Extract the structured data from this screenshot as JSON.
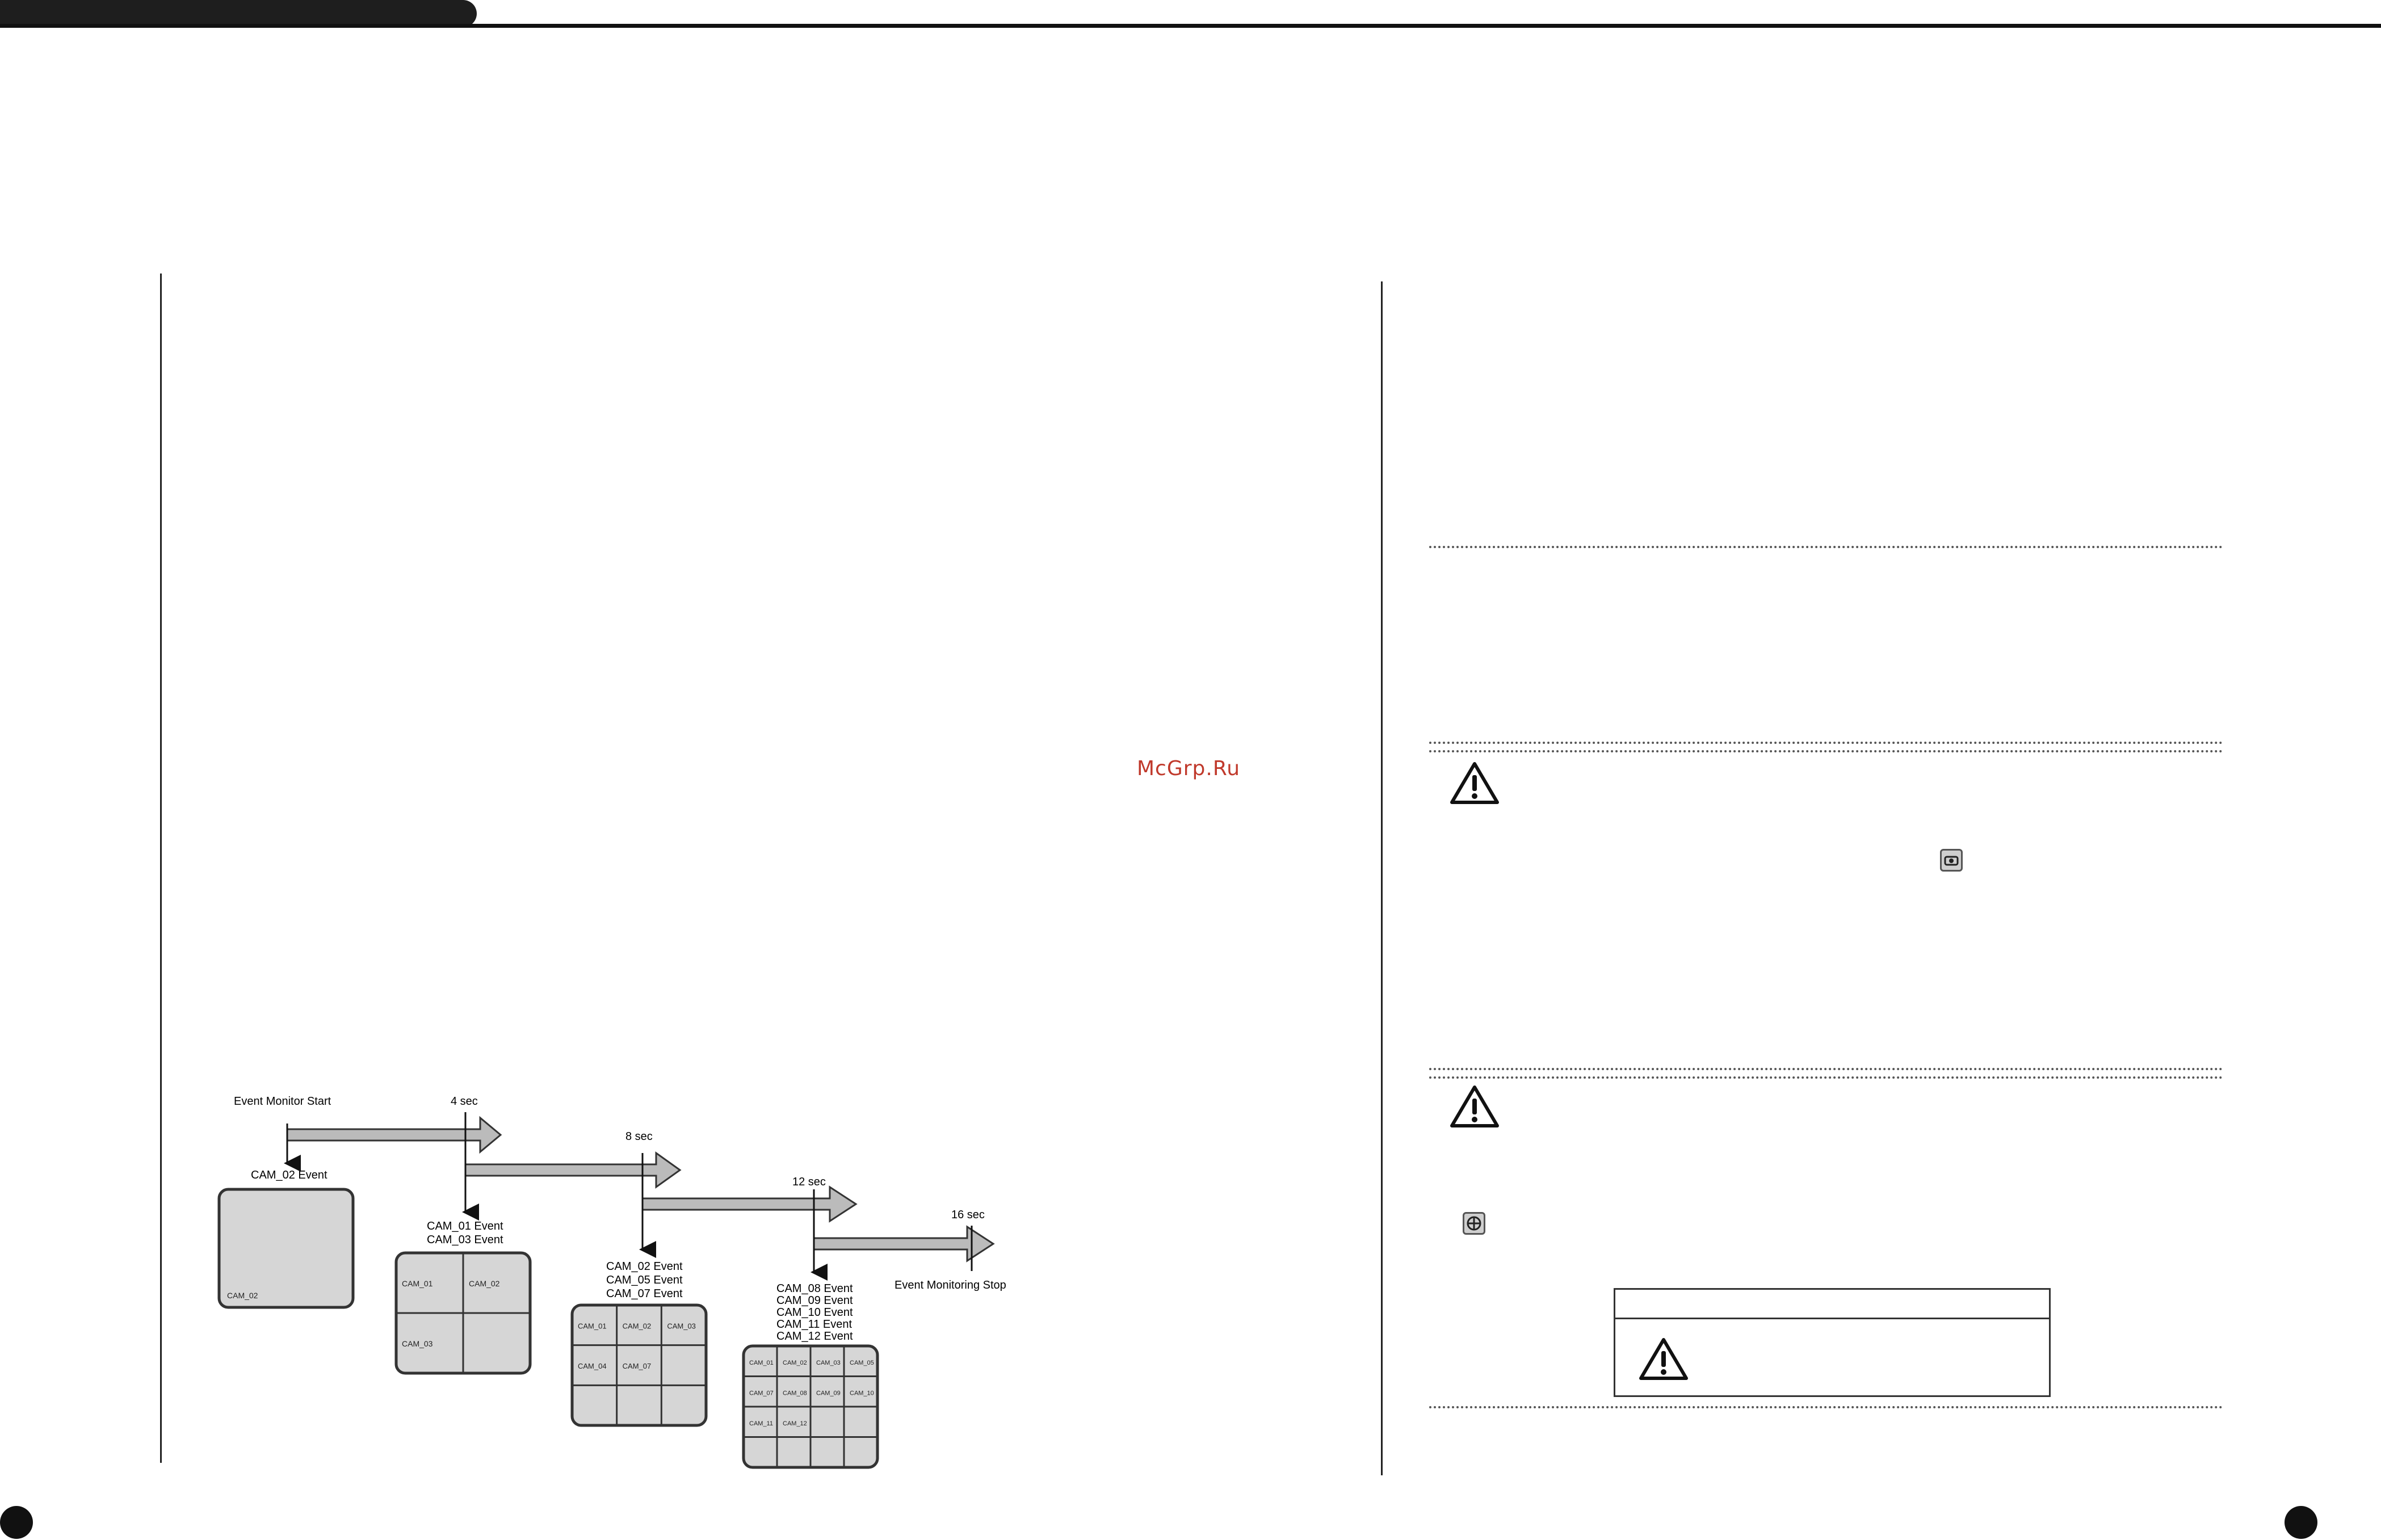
{
  "watermark": "McGrp.Ru",
  "diagram": {
    "labels": {
      "start": "Event Monitor Start",
      "t4": "4 sec",
      "t8": "8 sec",
      "t12": "12 sec",
      "t16": "16 sec",
      "stop": "Event Monitoring Stop"
    },
    "events": [
      [
        "CAM_02 Event"
      ],
      [
        "CAM_01 Event",
        "CAM_03 Event"
      ],
      [
        "CAM_02 Event",
        "CAM_05 Event",
        "CAM_07 Event"
      ],
      [
        "CAM_08 Event",
        "CAM_09 Event",
        "CAM_10 Event",
        "CAM_11  Event",
        "CAM_12 Event"
      ]
    ],
    "screens": [
      {
        "grid": 1,
        "cells": [
          "CAM_02"
        ]
      },
      {
        "grid": 2,
        "cells": [
          "CAM_01",
          "CAM_02",
          "CAM_03",
          ""
        ]
      },
      {
        "grid": 3,
        "cells": [
          "CAM_01",
          "CAM_02",
          "CAM_03",
          "CAM_04",
          "CAM_07",
          "",
          "",
          "",
          ""
        ]
      },
      {
        "grid": 4,
        "cells": [
          "CAM_01",
          "CAM_02",
          "CAM_03",
          "CAM_05",
          "CAM_07",
          "CAM_08",
          "CAM_09",
          "CAM_10",
          "CAM_11",
          "CAM_12",
          "",
          "",
          "",
          "",
          "",
          ""
        ]
      }
    ]
  },
  "icons": {
    "warning": "warning-triangle-icon",
    "button_a": "camera-button-icon",
    "button_b": "fan-button-icon"
  }
}
